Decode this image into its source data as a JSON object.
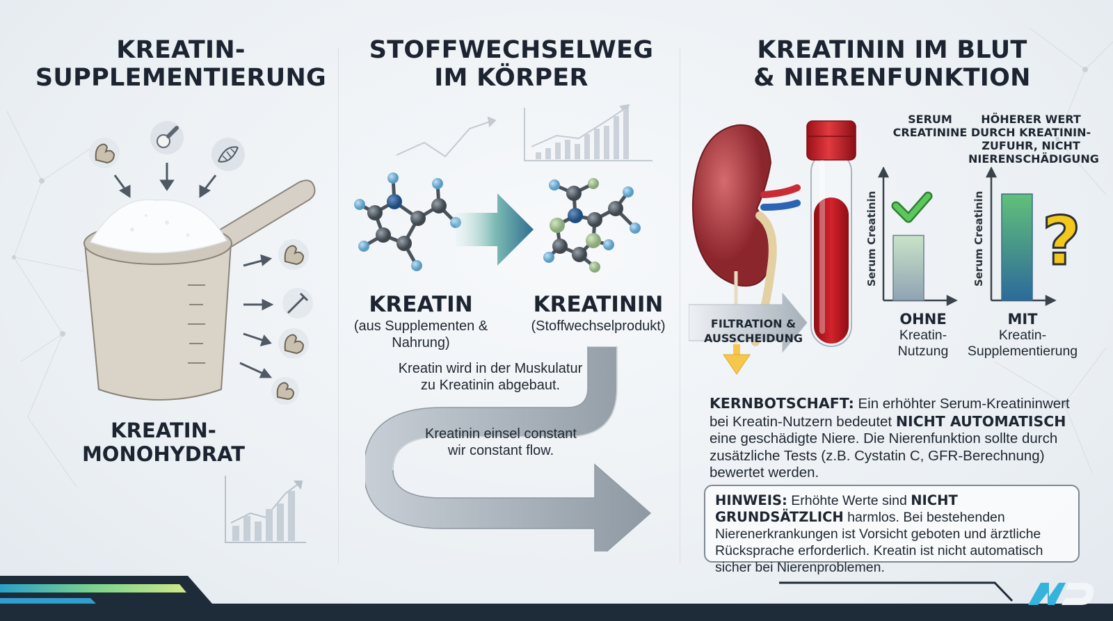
{
  "col1": {
    "title_line1": "KREATIN-",
    "title_line2": "SUPPLEMENTIERUNG",
    "product_line1": "KREATIN-",
    "product_line2": "MONOHYDRAT"
  },
  "col2": {
    "title_line1": "STOFFWECHSELWEG",
    "title_line2": "IM KÖRPER",
    "kreatin_label": "KREATIN",
    "kreatin_sub_line1": "(aus Supplementen &",
    "kreatin_sub_line2": "Nahrung)",
    "kreatinin_label": "KREATININ",
    "kreatinin_sub": "(Stoffwechselprodukt)",
    "desc_line1": "Kreatin wird in der Muskulatur",
    "desc_line2": "zu Kreatinin abgebaut.",
    "flow_line1": "Kreatinin einsel constant",
    "flow_line2": "wir constant flow."
  },
  "col3": {
    "title_line1": "KREATININ IM BLUT",
    "title_line2": "& NIERENFUNKTION",
    "filtration_line1": "FILTRATION &",
    "filtration_line2": "AUSSCHEIDUNG",
    "chart1": {
      "top_line1": "SERUM",
      "top_line2": "CREATININE",
      "ylabel": "Serum Creatinin",
      "bottom_bold": "OHNE",
      "bottom_line1": "Kreatin-",
      "bottom_line2": "Nutzung"
    },
    "chart2": {
      "top_line1": "HÖHERER WERT",
      "top_line2": "DURCH KREATININ-",
      "top_line3": "ZUFUHR, NICHT",
      "top_line4": "NIERENSCHÄDIGUNG",
      "ylabel": "Serum Creatinin",
      "bottom_bold": "MIT",
      "bottom_line1": "Kreatin-",
      "bottom_line2": "Supplementierung"
    },
    "core": {
      "label": "KERNBOTSCHAFT:",
      "text1": " Ein erhöhter Serum-Kreatininwert bei Kreatin-Nutzern bedeutet ",
      "bold": "NICHT AUTOMATISCH",
      "text2": " eine geschädigte Niere. Die Nierenfunktion sollte durch zusätzliche Tests (z.B. Cystatin C, GFR-Berechnung) bewertet werden."
    },
    "hint": {
      "label": "HINWEIS:",
      "text1": " Erhöhte Werte sind ",
      "bold": "NICHT GRUNDSÄTZLICH",
      "text2": " harmlos. Bei bestehenden Nierenerkrankungen ist Vorsicht geboten und ärztliche Rücksprache erforderlich. Kreatin ist nicht automatisch sicher bei Nierenproblemen."
    }
  },
  "chart_data": [
    {
      "type": "bar",
      "categories": [
        "OHNE Kreatin-Nutzung"
      ],
      "values": [
        0.55
      ],
      "ylabel": "Serum Creatinin",
      "title": "SERUM CREATININE",
      "ylim": [
        0,
        1
      ]
    },
    {
      "type": "bar",
      "categories": [
        "MIT Kreatin-Supplementierung"
      ],
      "values": [
        0.9
      ],
      "ylabel": "Serum Creatinin",
      "title": "HÖHERER WERT DURCH KREATININ-ZUFUHR, NICHT NIERENSCHÄDIGUNG",
      "ylim": [
        0,
        1
      ]
    }
  ],
  "colors": {
    "dark_navy": "#1e2b38",
    "accent_green": "#5cc85c",
    "blood_red": "#b5121b",
    "kidney_red": "#a8323a",
    "question_yellow": "#f2c81b"
  },
  "icons": [
    "muscle-icon",
    "scoop-icon",
    "dna-icon",
    "syringe-icon",
    "kidney-icon",
    "blood-tube-icon",
    "check-icon",
    "question-mark-icon",
    "logo-icon"
  ]
}
